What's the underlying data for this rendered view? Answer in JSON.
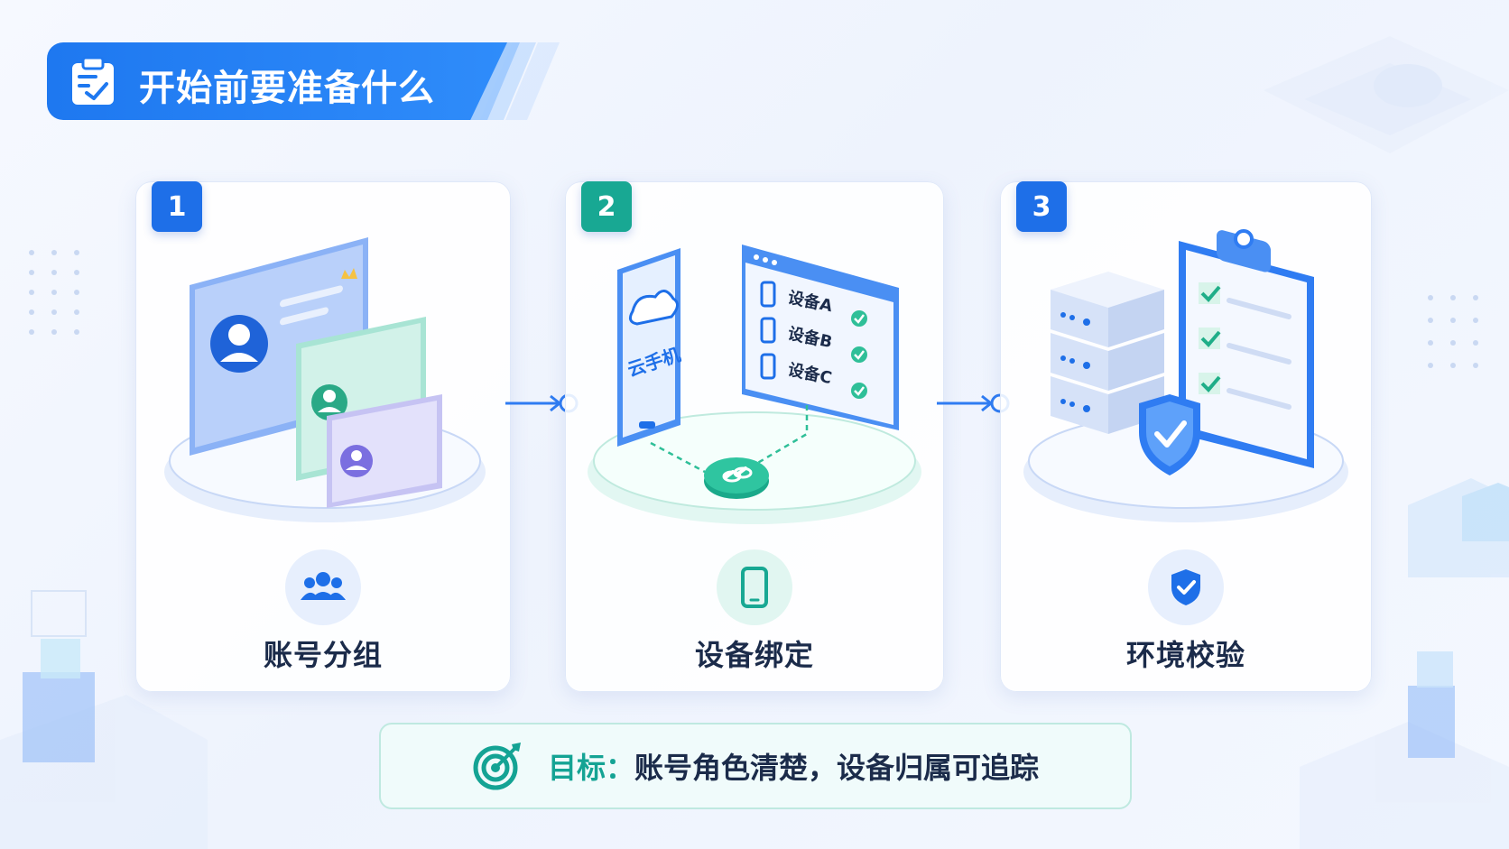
{
  "header": {
    "title": "开始前要准备什么"
  },
  "cards": [
    {
      "number": "1",
      "label": "账号分组",
      "icon": "users-group-icon",
      "accent": "#1e6fe8"
    },
    {
      "number": "2",
      "label": "设备绑定",
      "icon": "mobile-phone-icon",
      "accent": "#18a893",
      "phone_label": "云手机",
      "devices": [
        "设备A",
        "设备B",
        "设备C"
      ]
    },
    {
      "number": "3",
      "label": "环境校验",
      "icon": "shield-check-icon",
      "accent": "#1e6fe8"
    }
  ],
  "goal": {
    "prefix": "目标：",
    "text": "账号角色清楚，设备归属可追踪"
  },
  "colors": {
    "primary_blue": "#1e78f0",
    "teal": "#18a893",
    "text_dark": "#1b2b4a"
  }
}
